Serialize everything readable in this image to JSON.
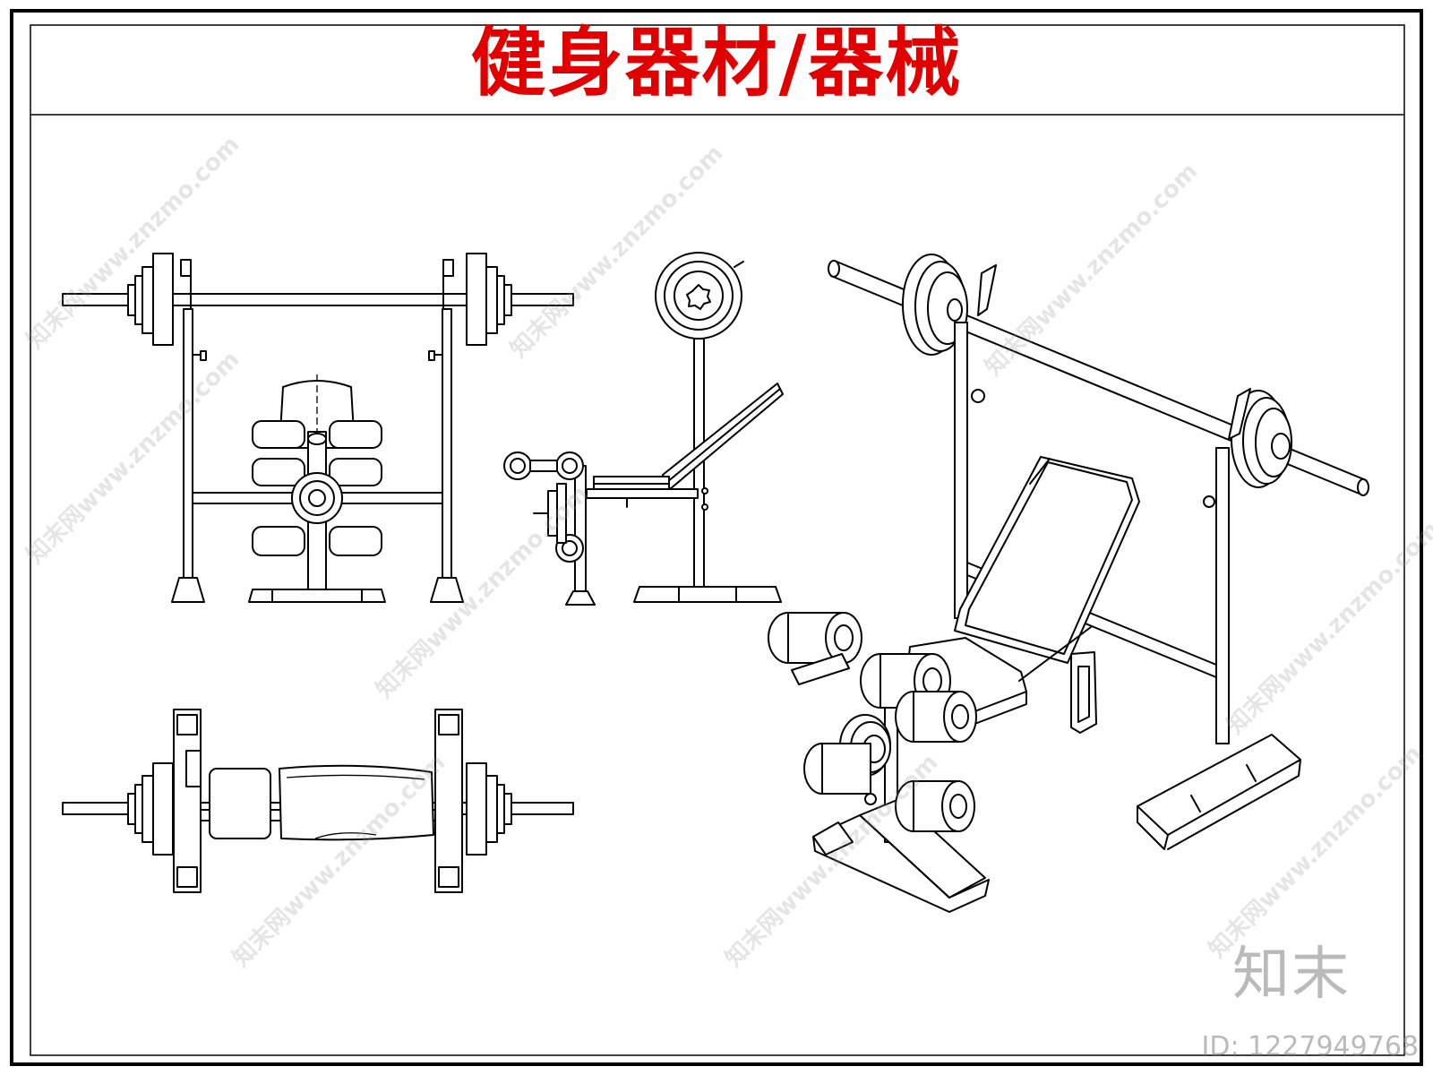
{
  "title": "健身器材/器械",
  "watermark_text": "知末网www.znzmo.com",
  "logo_text": "知末",
  "id_label": "ID: 1227949768",
  "colors": {
    "title": "#e00000",
    "line": "#000000",
    "background": "#ffffff"
  }
}
